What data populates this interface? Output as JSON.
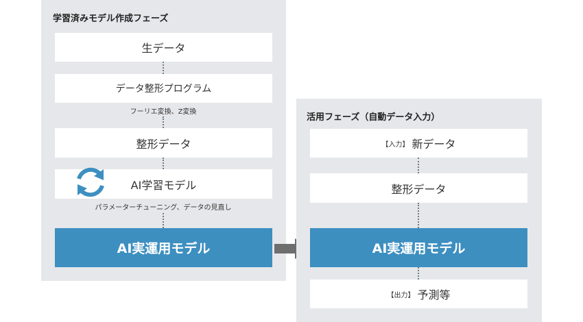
{
  "left_panel": {
    "title": "学習済みモデル作成フェーズ",
    "steps": {
      "raw_data": "生データ",
      "format_program": "データ整形プログラム",
      "formatted_data": "整形データ",
      "ai_learning_model": "AI学習モデル",
      "ai_operational_model": "AI実運用モデル"
    },
    "notes": {
      "transform": "フーリエ変換、Z変換",
      "tuning": "パラメーターチューニング、データの見直し"
    }
  },
  "right_panel": {
    "title": "活用フェーズ（自動データ入力）",
    "steps": {
      "input_tag": "【入力】",
      "new_data": "新データ",
      "formatted_data": "整形データ",
      "ai_operational_model": "AI実運用モデル",
      "output_tag": "【出力】",
      "prediction": "予測等"
    }
  },
  "icons": {
    "cycle": "refresh-cycle-icon",
    "arrow": "right-arrow-icon"
  },
  "colors": {
    "panel_bg": "#e6e7ea",
    "accent": "#3d8fc0",
    "arrow": "#6e6e6e",
    "cycle_icon": "#3d8fc0"
  }
}
